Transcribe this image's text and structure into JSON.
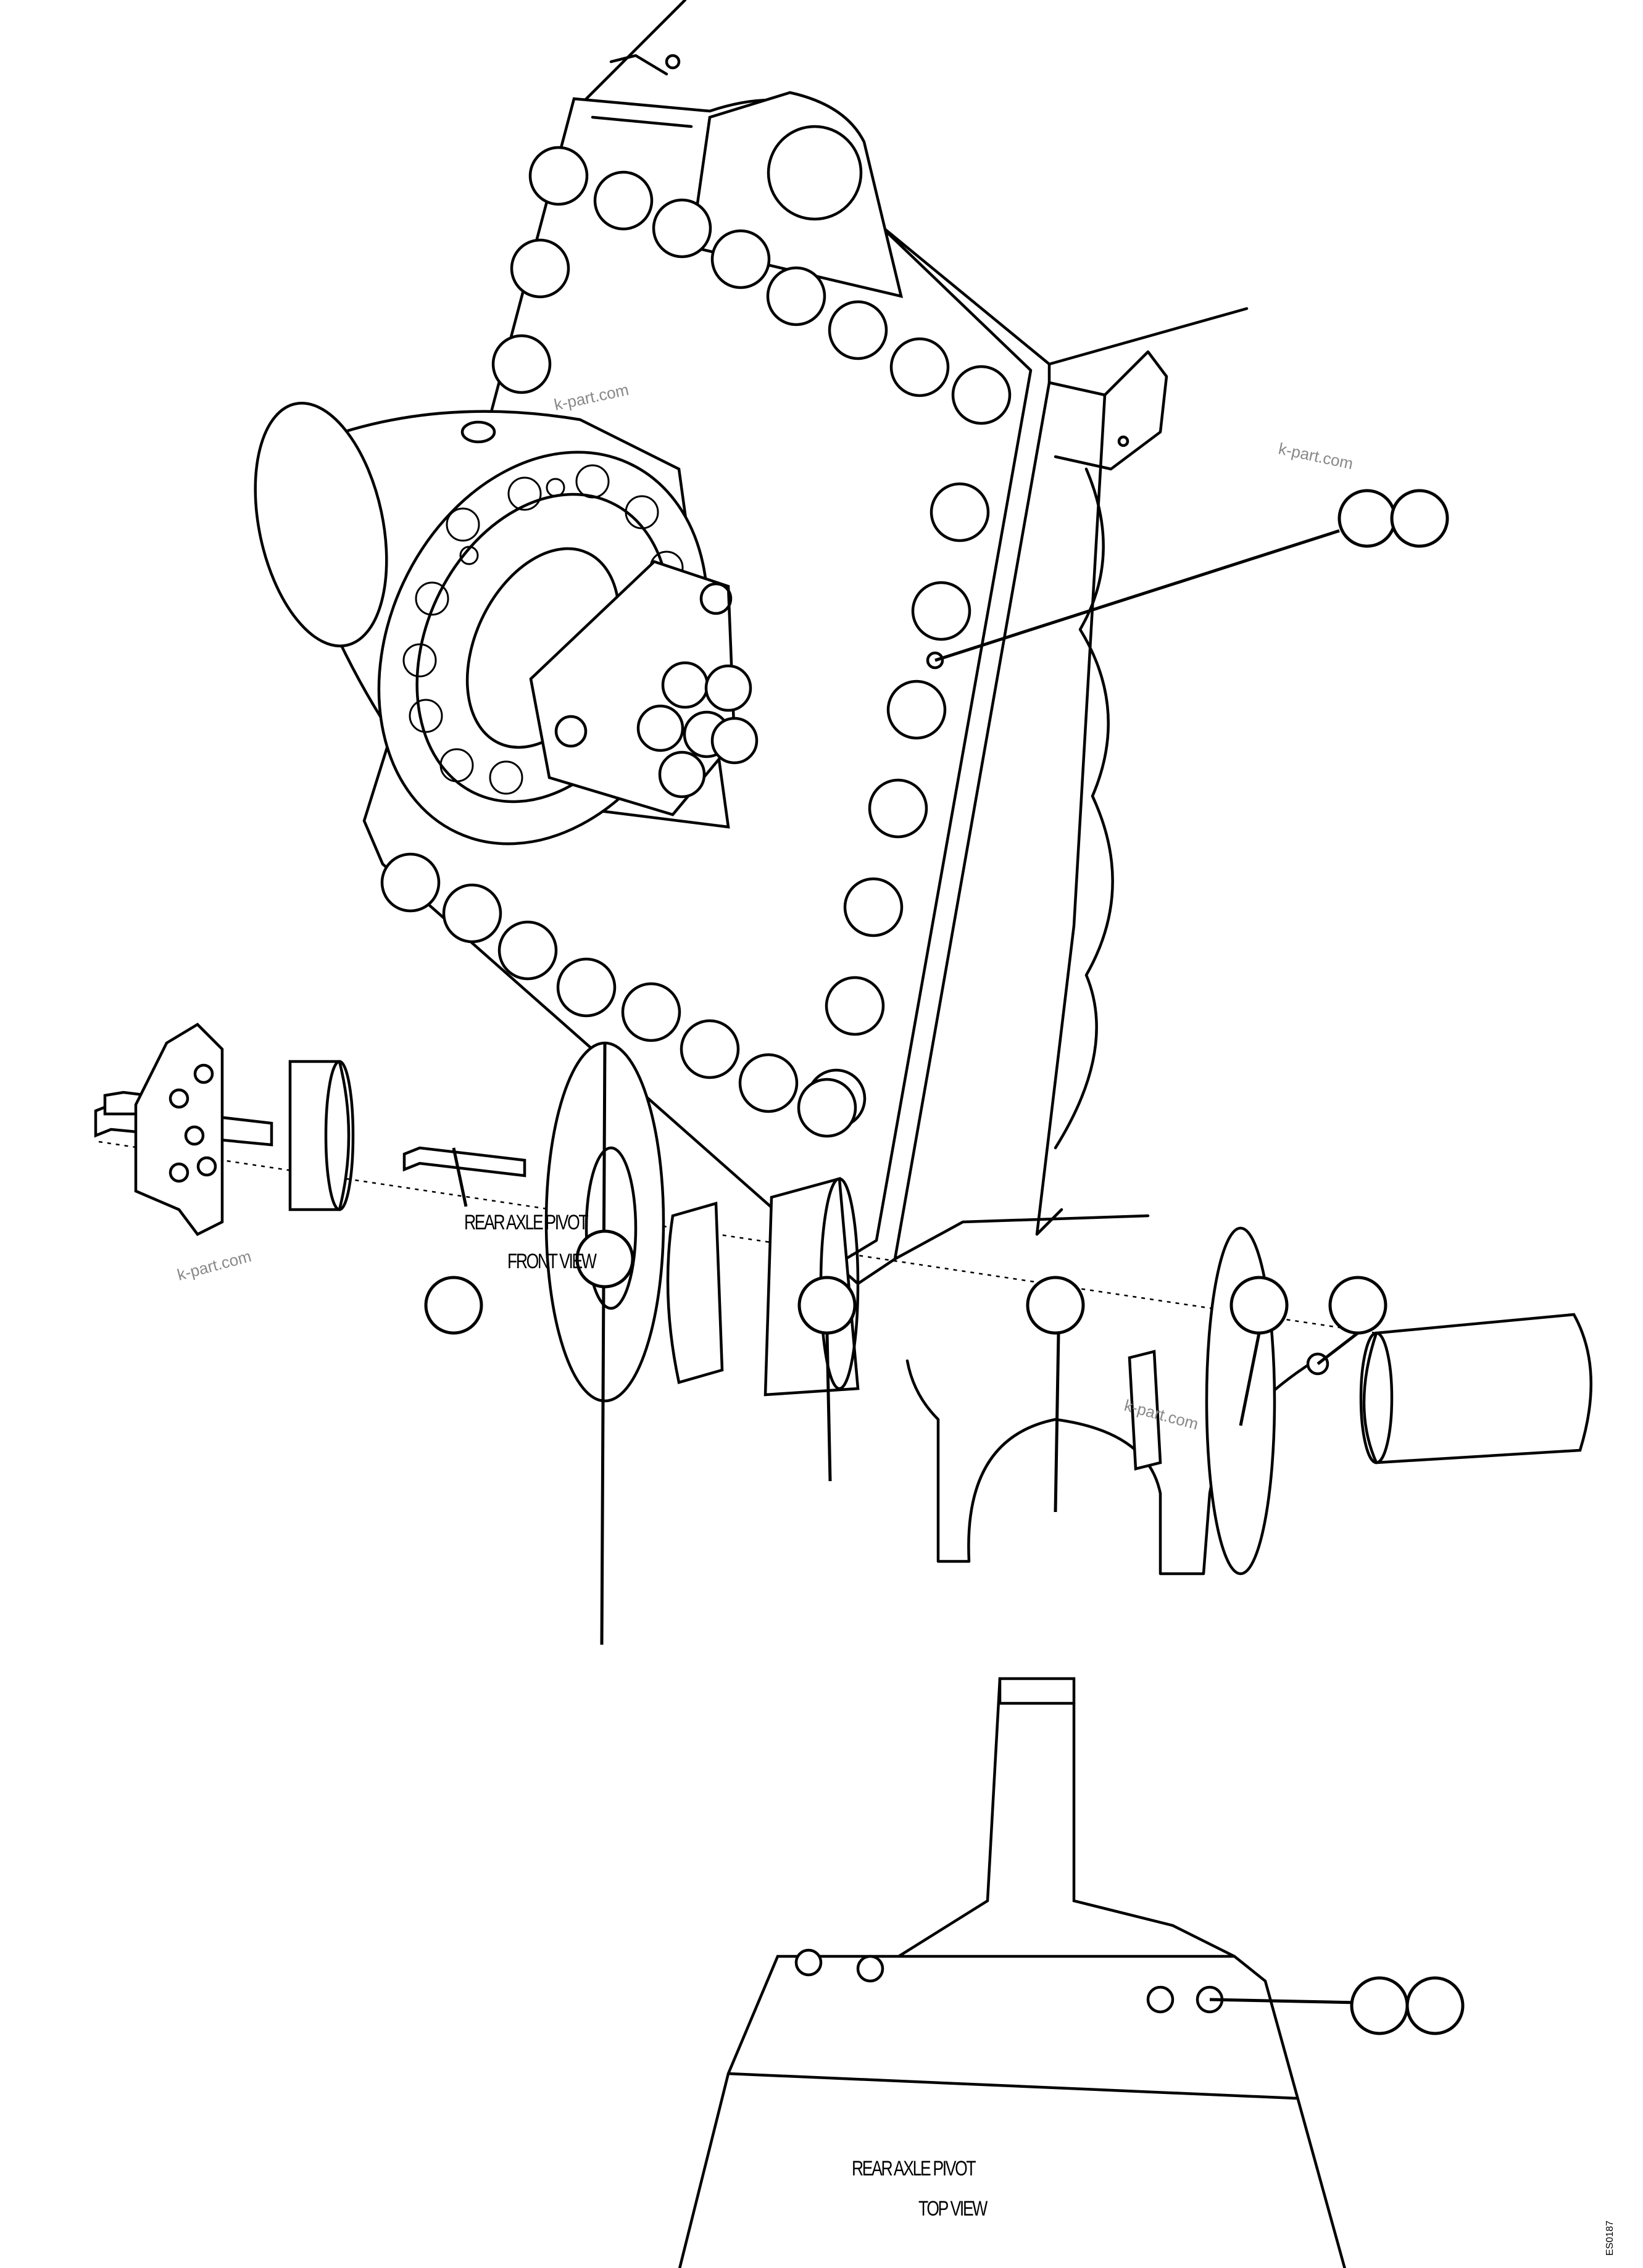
{
  "captions": {
    "front_line1": "REAR AXLE PIVOT",
    "front_line2": "FRONT VIEW",
    "top_line1": "REAR AXLE PIVOT",
    "top_line2": "TOP VIEW"
  },
  "watermarks": {
    "w1": "k-part.com",
    "w2": "k-part.com",
    "w3": "k-part.com",
    "w4": "k-part.com"
  },
  "figure_code": "ES0187"
}
